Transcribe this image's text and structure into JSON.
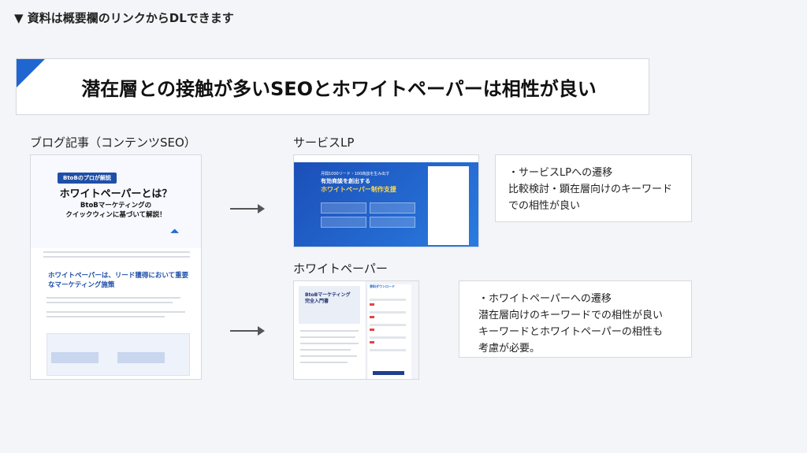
{
  "top_note": "▼ 資料は概要欄のリンクからDLできます",
  "slide_title": "潜在層との接触が多いSEOとホワイトペーパーは相性が良い",
  "labels": {
    "blog": "ブログ記事（コンテンツSEO）",
    "service_lp": "サービスLP",
    "whitepaper": "ホワイトペーパー"
  },
  "blog_shot": {
    "tag": "BtoBのプロが解説",
    "headline": "ホワイトペーパーとは？",
    "subhead_1": "BtoBマーケティングの",
    "subhead_2": "クイックウィンに基づいて解説！",
    "section_heading": "ホワイトペーパーは、リード獲得において重要なマーケティング施策"
  },
  "lp_shot": {
    "small": "月間1000リード・100商談を生み出す",
    "headline": "有効商談を創出する",
    "headline_2": "ホワイトペーパー制作支援"
  },
  "wp_shot": {
    "cover_title": "BtoBマーケティング 完全入門書",
    "form_title": "資料ダウンロード"
  },
  "notes": {
    "service_lp": [
      "・サービスLPへの遷移",
      "比較検討・顕在層向けのキーワード",
      "での相性が良い"
    ],
    "whitepaper": [
      "・ホワイトペーパーへの遷移",
      "潜在層向けのキーワードでの相性が良い",
      "キーワードとホワイトペーパーの相性も",
      "考慮が必要。"
    ]
  },
  "colors": {
    "accent": "#1f66d1",
    "background": "#f4f5f8"
  }
}
